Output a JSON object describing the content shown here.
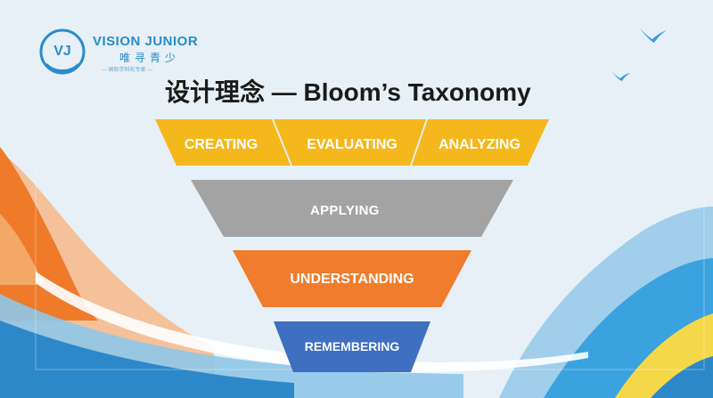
{
  "logo": {
    "mark_text": "VJ",
    "brand": "VISION JUNIOR",
    "chinese": "唯寻青少",
    "tagline": "— 国际学科化专家 —"
  },
  "title": "设计理念 — Bloom’s Taxonomy",
  "levels": [
    {
      "label": "CREATING",
      "color": "#f4b81d"
    },
    {
      "label": "EVALUATING",
      "color": "#f4b81d"
    },
    {
      "label": "ANALYZING",
      "color": "#f4b81d"
    },
    {
      "label": "APPLYING",
      "color": "#a3a3a3"
    },
    {
      "label": "UNDERSTANDING",
      "color": "#ef7d2d"
    },
    {
      "label": "REMEMBERING",
      "color": "#3e6fc0"
    }
  ],
  "icons": {
    "bird_large": "bird-icon",
    "bird_small": "bird-icon"
  },
  "colors": {
    "logo_blue": "#2a8cc8",
    "bg": "#e6f0f6"
  }
}
